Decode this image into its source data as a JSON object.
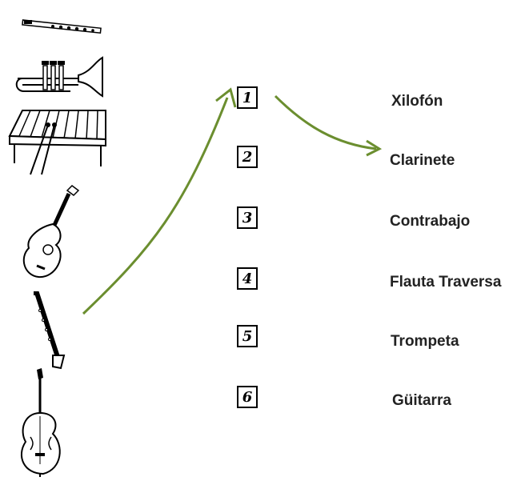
{
  "numbers": [
    "1",
    "2",
    "3",
    "4",
    "5",
    "6"
  ],
  "names": [
    "Xilofón",
    "Clarinete",
    "Contrabajo",
    "Flauta Traversa",
    "Trompeta",
    "Güitarra"
  ],
  "instruments": [
    "flute-icon",
    "trumpet-icon",
    "xylophone-icon",
    "guitar-icon",
    "clarinet-icon",
    "double-bass-icon"
  ],
  "colors": {
    "arrow": "#6b8e2f",
    "line": "#000000"
  }
}
